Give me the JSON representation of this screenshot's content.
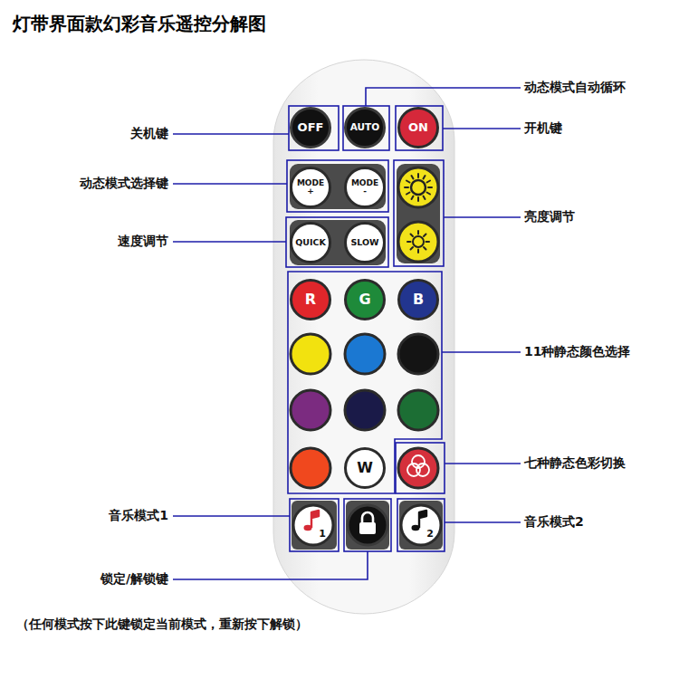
{
  "diagram": {
    "title": "灯带界面款幻彩音乐遥控分解图",
    "caption": "（任何模式按下此键锁定当前模式，重新按下解锁）",
    "nodes": [
      {
        "text": [
          "OFF"
        ]
      },
      {
        "text": [
          "AUTO"
        ]
      },
      {
        "text": [
          "ON"
        ]
      },
      {
        "text": [
          "MODE +"
        ]
      },
      {
        "text": [
          "MODE -"
        ]
      },
      {
        "text": [
          "QUICK"
        ]
      },
      {
        "text": [
          "SLOW"
        ]
      },
      {
        "text": [
          "R"
        ]
      },
      {
        "text": [
          "G"
        ]
      },
      {
        "text": [
          "B"
        ]
      },
      {
        "text": [
          "W"
        ]
      },
      {
        "text": [
          "1"
        ]
      },
      {
        "text": [
          "2"
        ]
      }
    ],
    "labels": [
      "关机键",
      "动态模式自动循环",
      "开机键",
      "动态模式选择键",
      "亮度调节",
      "速度调节",
      "11种静态颜色选择",
      "七种静态色彩切换",
      "音乐模式1",
      "音乐模式2",
      "锁定/解锁键"
    ]
  }
}
